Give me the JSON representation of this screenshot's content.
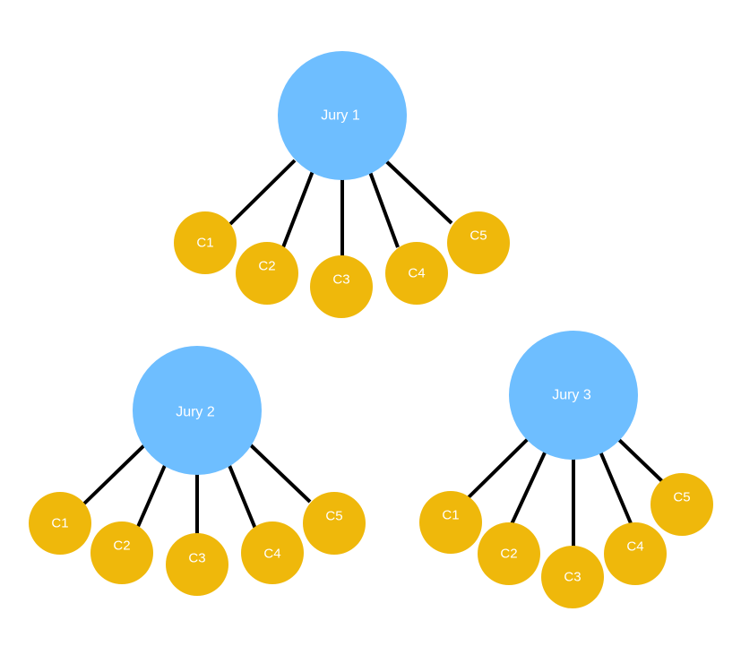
{
  "colors": {
    "jury_node": "#6ebeff",
    "child_node": "#efb80b",
    "connector": "#000000",
    "label": "#ffffff",
    "background": "#ffffff"
  },
  "trees": [
    {
      "jury": "Jury 1",
      "children": [
        "C1",
        "C2",
        "C3",
        "C4",
        "C5"
      ]
    },
    {
      "jury": "Jury 2",
      "children": [
        "C1",
        "C2",
        "C3",
        "C4",
        "C5"
      ]
    },
    {
      "jury": "Jury 3",
      "children": [
        "C1",
        "C2",
        "C3",
        "C4",
        "C5"
      ]
    }
  ]
}
